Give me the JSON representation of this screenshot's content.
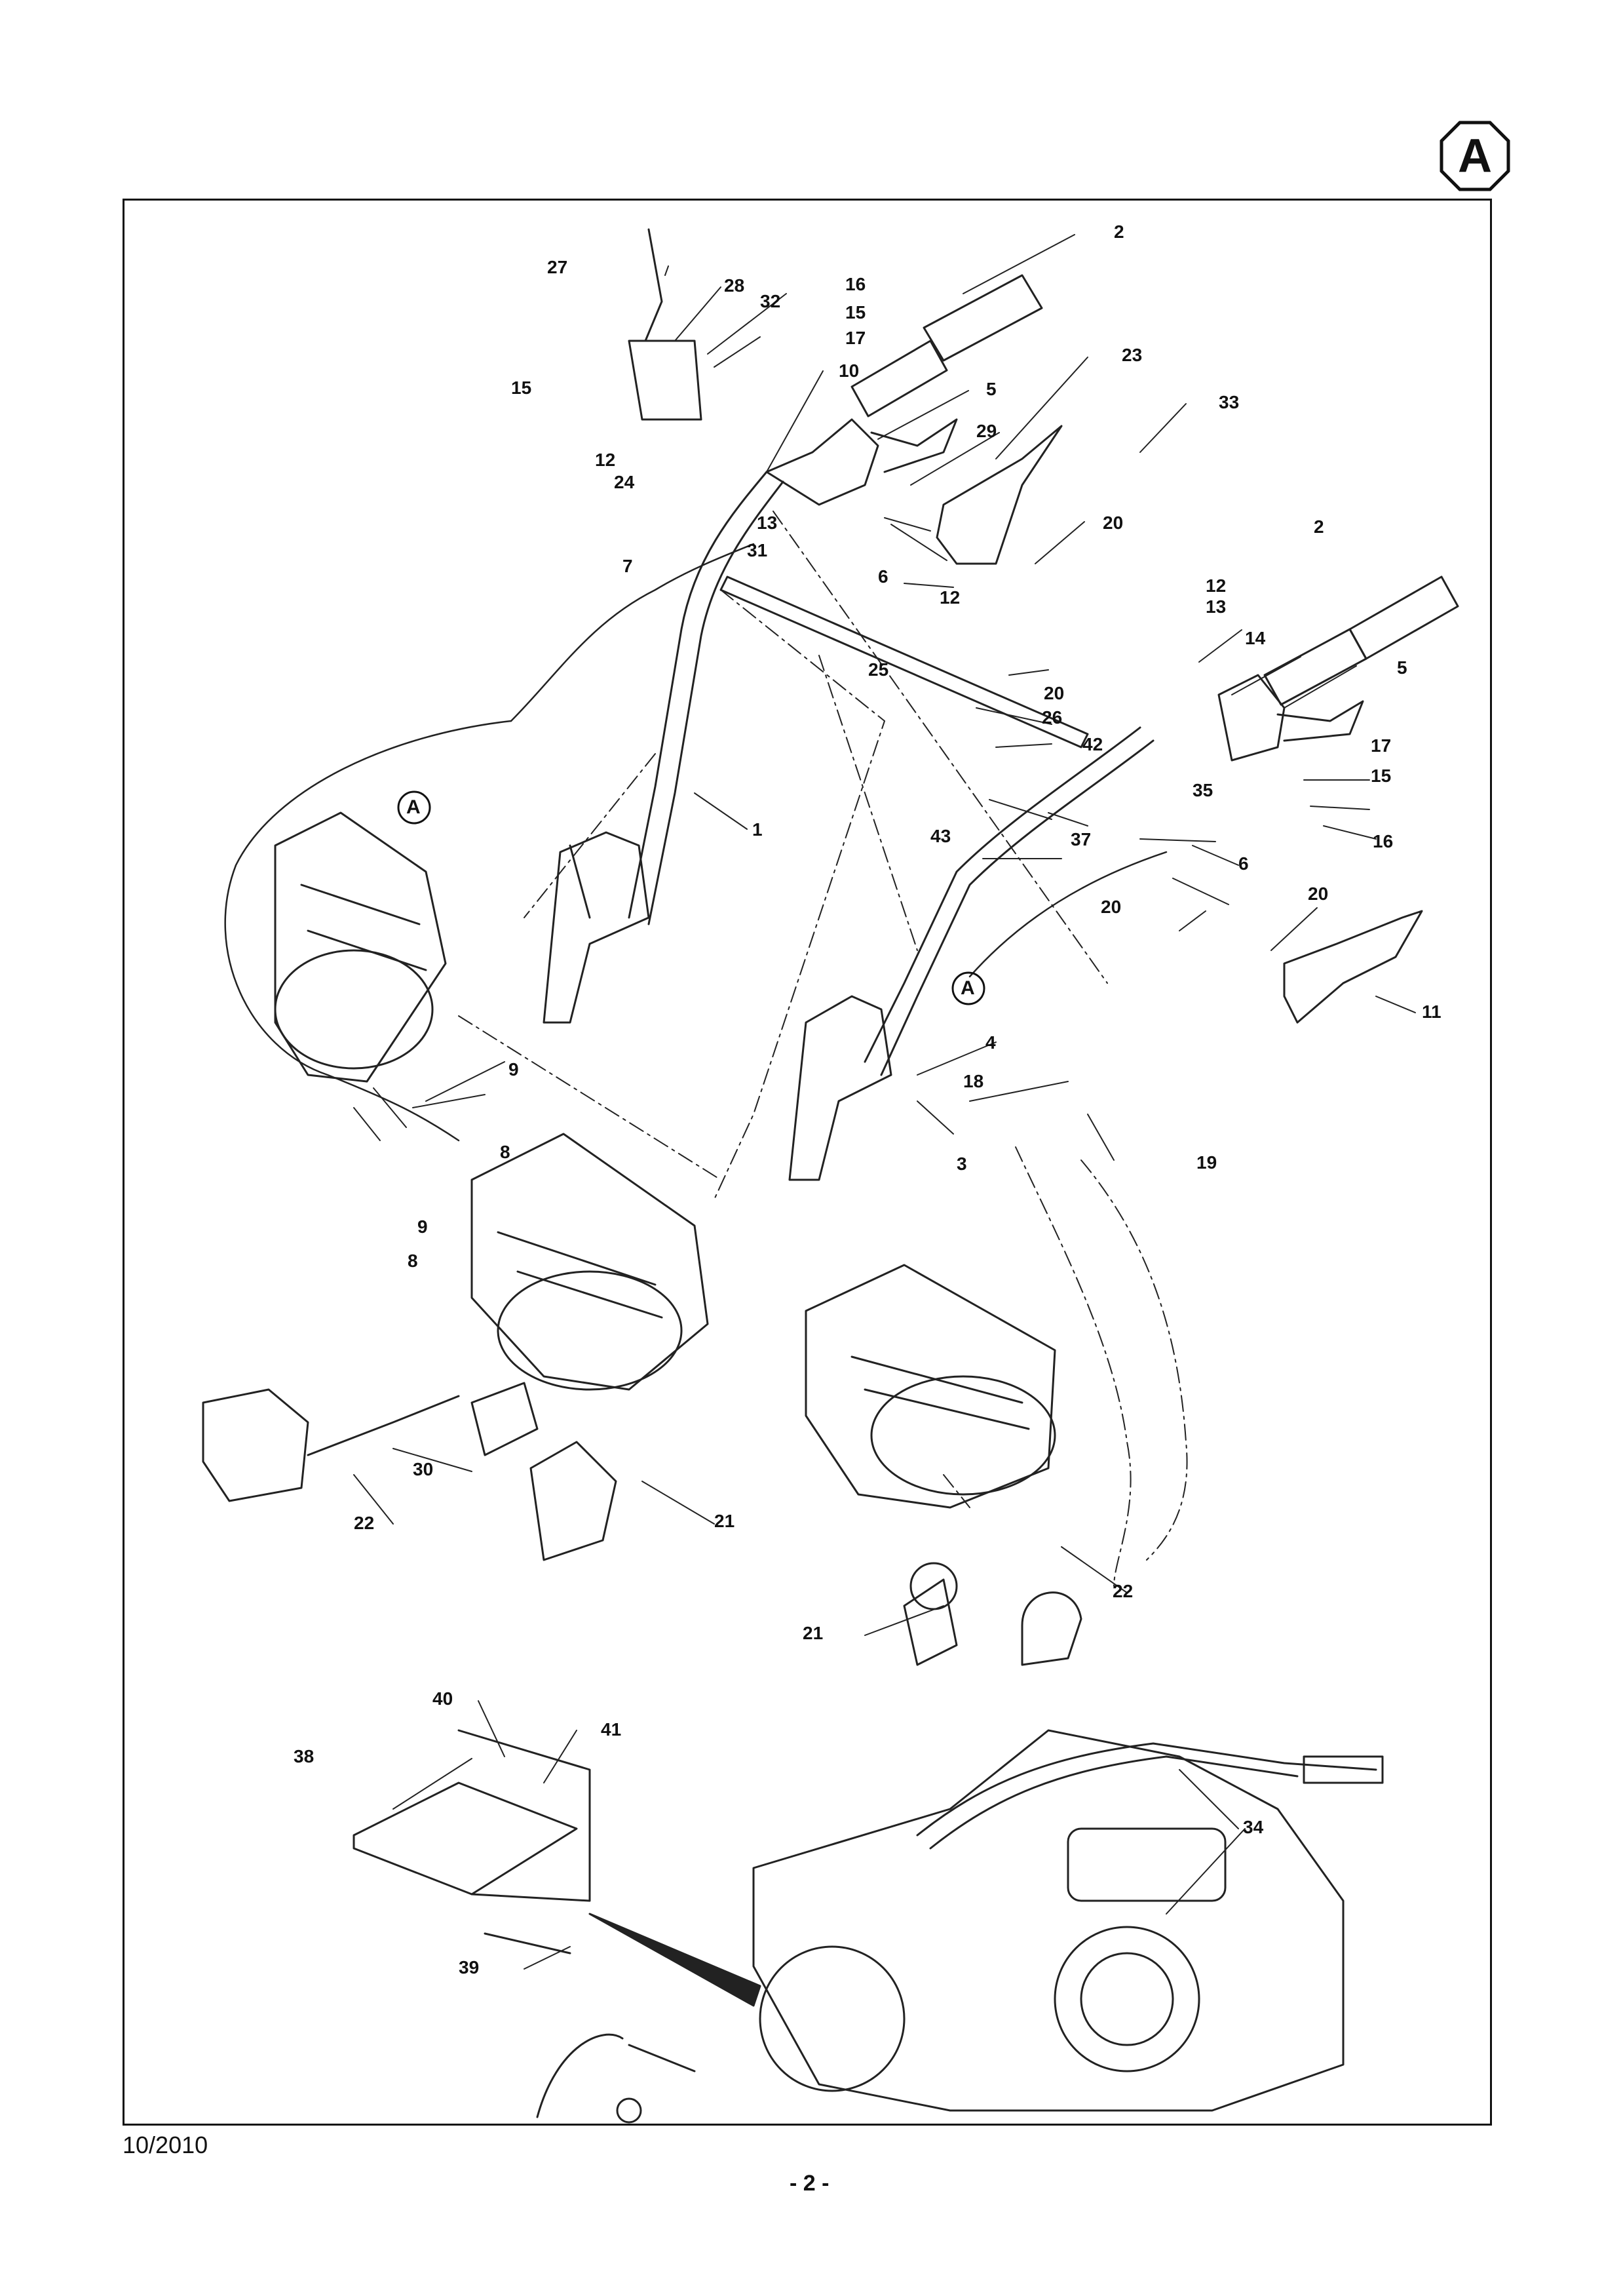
{
  "header": {
    "section_badge": "A"
  },
  "footer": {
    "date": "10/2010",
    "page": "- 2 -"
  },
  "view_reference_markers": [
    "A",
    "A"
  ],
  "callouts": [
    "2",
    "27",
    "28",
    "16",
    "32",
    "15",
    "17",
    "10",
    "23",
    "15",
    "12",
    "24",
    "5",
    "33",
    "29",
    "7",
    "13",
    "31",
    "6",
    "12",
    "20",
    "2",
    "12",
    "13",
    "14",
    "25",
    "20",
    "26",
    "5",
    "42",
    "17",
    "15",
    "35",
    "43",
    "37",
    "16",
    "6",
    "1",
    "20",
    "20",
    "4",
    "11",
    "18",
    "3",
    "19",
    "9",
    "8",
    "9",
    "8",
    "30",
    "22",
    "21",
    "22",
    "21",
    "40",
    "41",
    "38",
    "34",
    "39"
  ]
}
